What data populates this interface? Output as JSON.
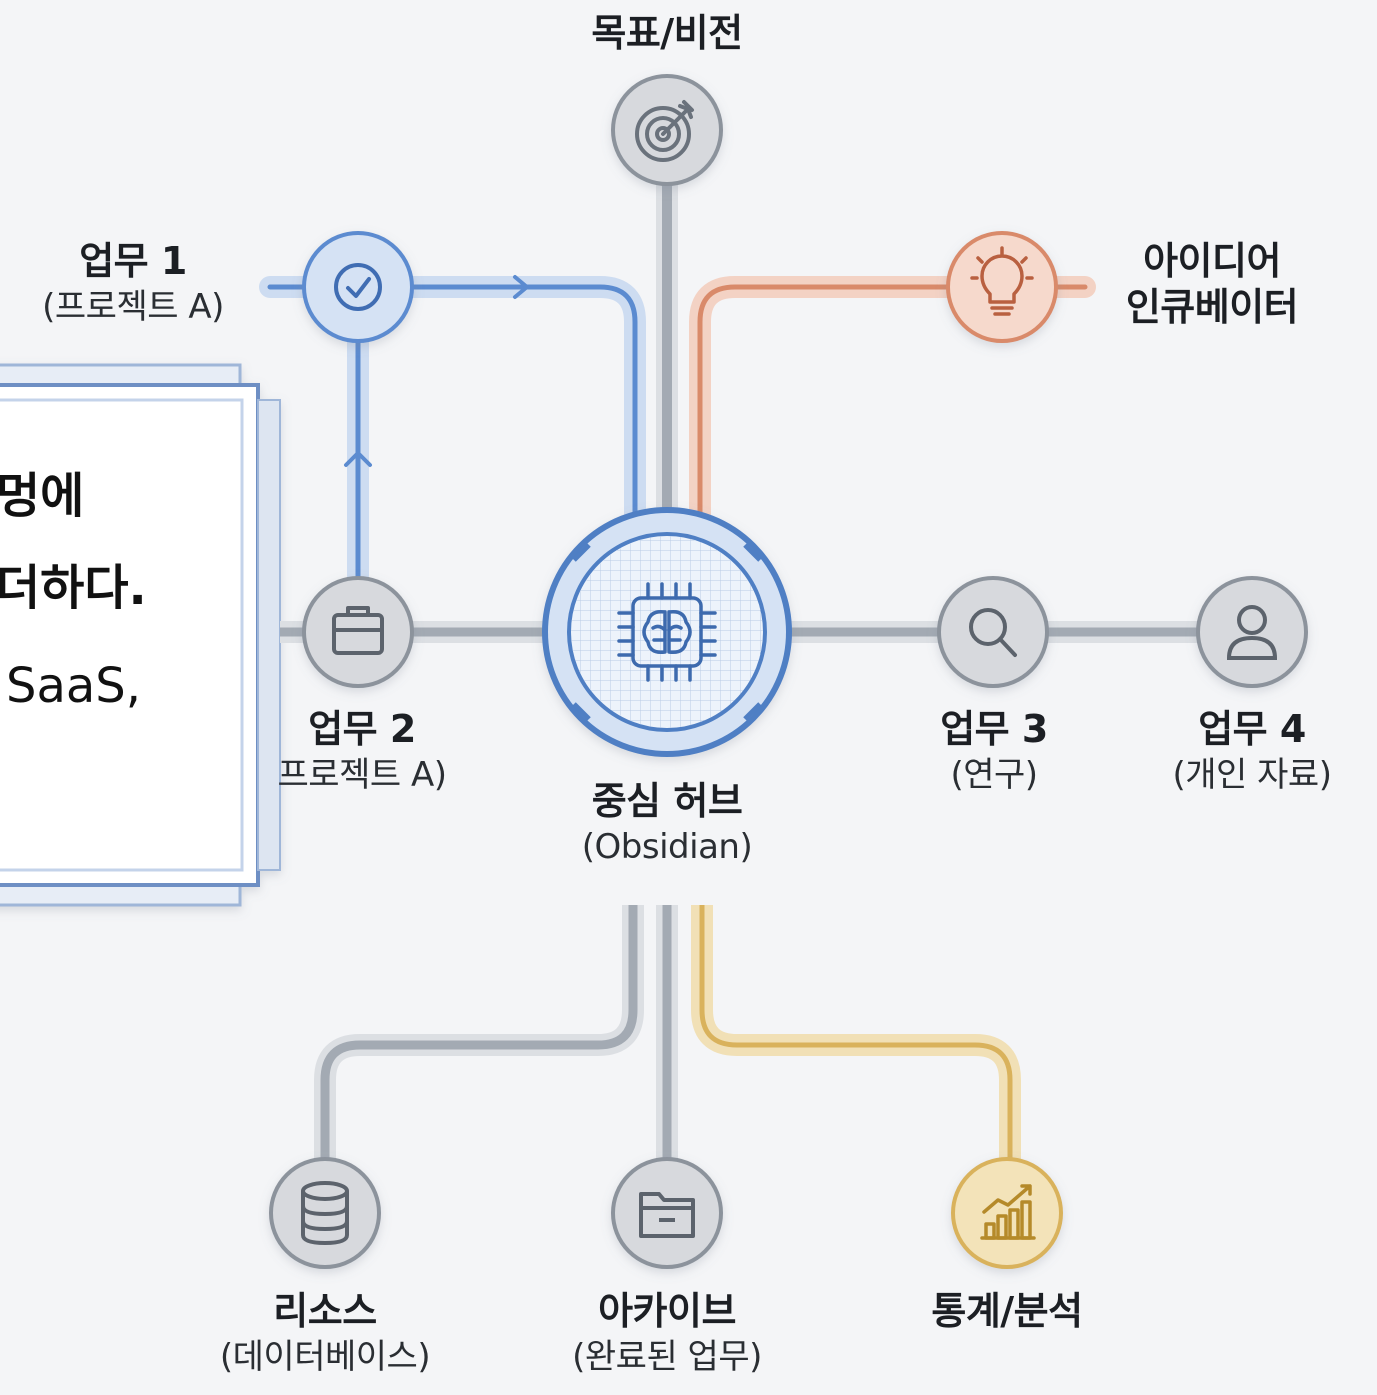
{
  "nodes": {
    "goal": {
      "title": "목표/비전",
      "sub": "",
      "icon": "target-icon"
    },
    "task1": {
      "title": "업무 1",
      "sub": "(프로젝트 A)",
      "icon": "check-circle-icon"
    },
    "idea": {
      "title": "아이디어",
      "sub": "인큐베이터",
      "icon": "lightbulb-icon"
    },
    "task2": {
      "title": "업무 2",
      "sub": "프로젝트 A)",
      "icon": "briefcase-icon"
    },
    "hub": {
      "title": "중심 허브",
      "sub": "(Obsidian)",
      "icon": "brain-chip-icon"
    },
    "task3": {
      "title": "업무 3",
      "sub": "(연구)",
      "icon": "search-icon"
    },
    "task4": {
      "title": "업무 4",
      "sub": "(개인 자료)",
      "icon": "user-icon"
    },
    "resource": {
      "title": "리소스",
      "sub": "(데이터베이스)",
      "icon": "database-icon"
    },
    "archive": {
      "title": "아카이브",
      "sub": "(완료된 업무)",
      "icon": "archive-folder-icon"
    },
    "stats": {
      "title": "통계/분석",
      "sub": "",
      "icon": "bar-chart-icon"
    }
  },
  "note": {
    "lines": [
      "멍에",
      "더하다.",
      "SaaS,"
    ]
  },
  "colors": {
    "blue": "#5b8bd0",
    "blue_glow": "#cddcf1",
    "gray": "#9aa1aa",
    "gray_glow": "#dcdfe3",
    "orange": "#d98a6a",
    "orange_glow": "#f3d2c4",
    "gold": "#d9b25c",
    "gold_glow": "#f1e0b6",
    "node_gray": "#d7d9dd",
    "node_blue": "#d5e2f4",
    "node_orange": "#f6d9cc",
    "node_gold": "#f3e3b9"
  }
}
